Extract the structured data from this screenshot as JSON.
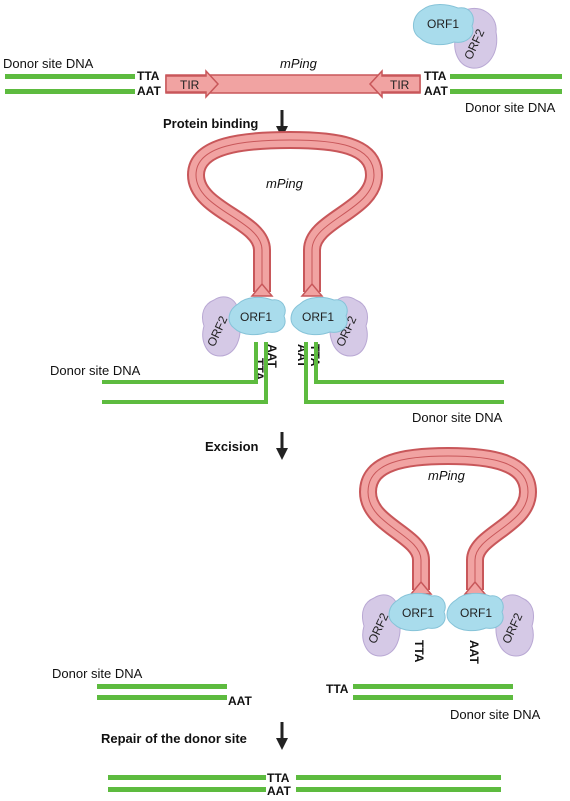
{
  "labels": {
    "donor_site_dna": "Donor site DNA",
    "mping": "mPing",
    "tir": "TIR",
    "orf1": "ORF1",
    "orf2": "ORF2",
    "tta": "TTA",
    "aat": "AAT"
  },
  "steps": {
    "protein_binding": "Protein binding",
    "excision": "Excision",
    "repair": "Repair of the donor site"
  },
  "colors": {
    "dna_green": "#5dbb3f",
    "mping_fill": "#f1a3a2",
    "mping_stroke": "#c8575a",
    "orf1_fill": "#a9dcec",
    "orf2_fill": "#d5c9e6",
    "arrow": "#222222"
  }
}
